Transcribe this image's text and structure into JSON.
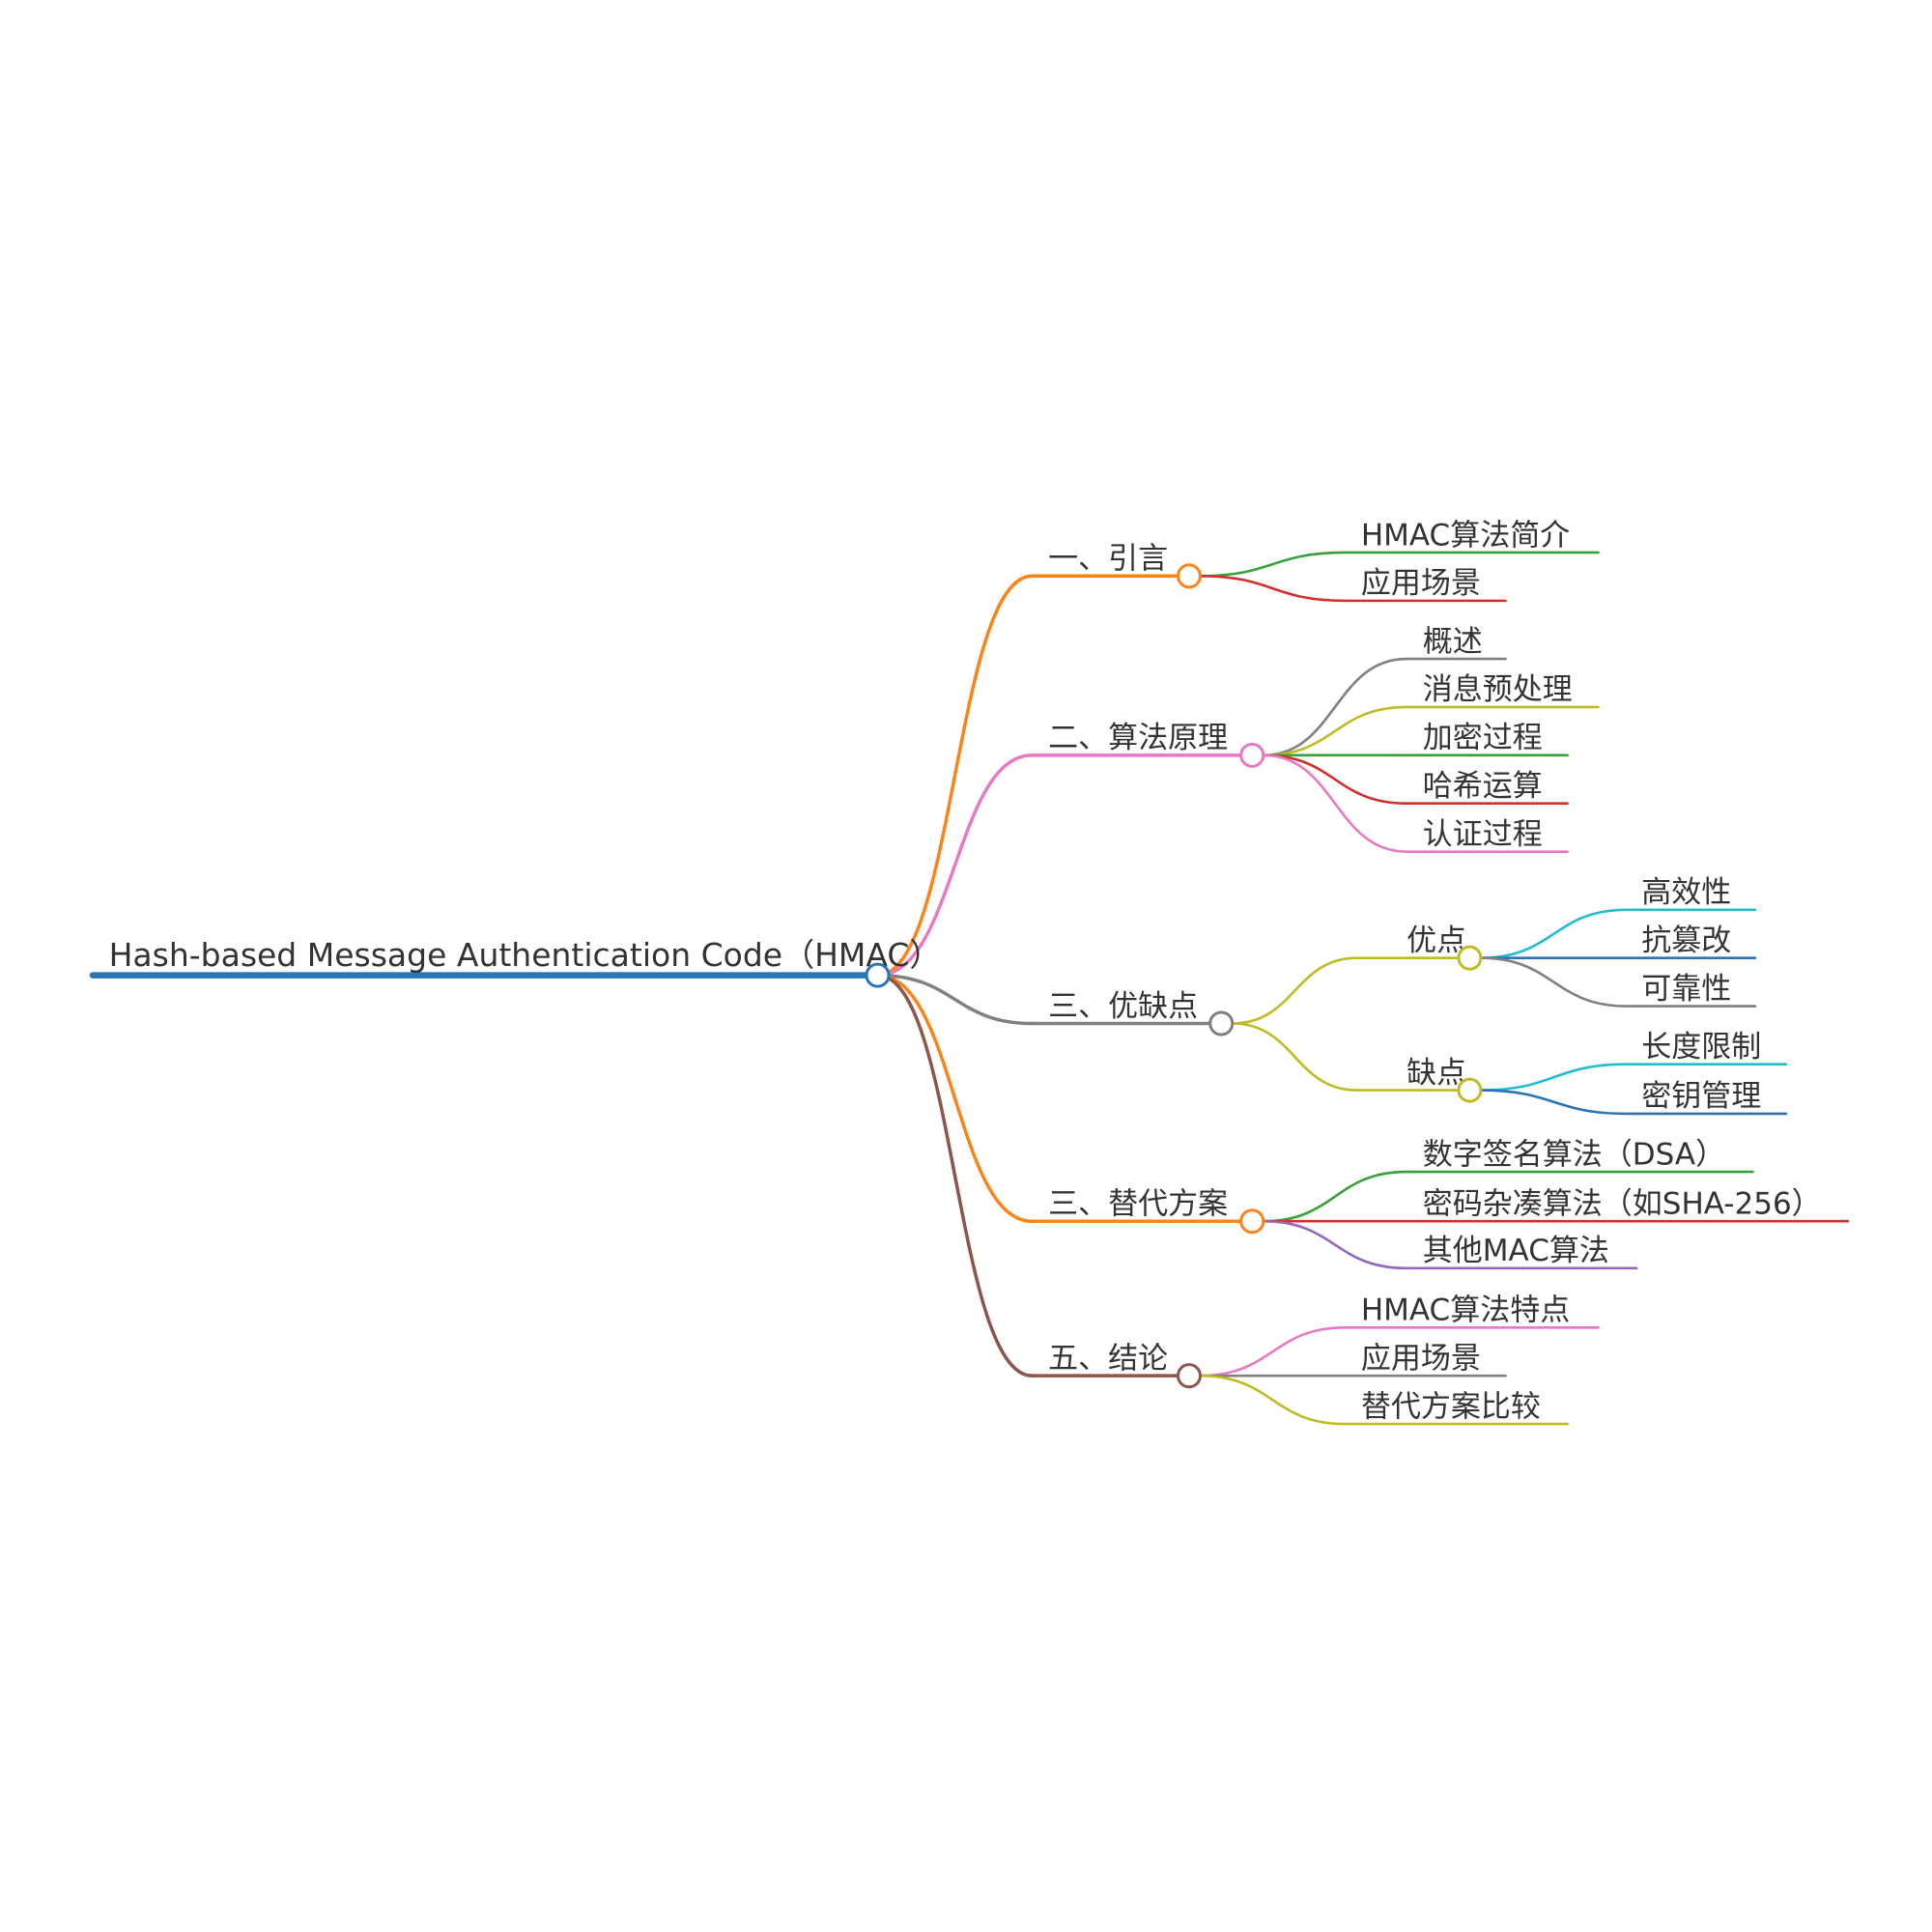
{
  "root": {
    "label": "Hash-based Message Authentication Code（HMAC）",
    "color": "#2774b6"
  },
  "branches": [
    {
      "label": "一、引言",
      "color": "#fa8419",
      "children": [
        {
          "label": "HMAC算法简介",
          "color": "#37a138"
        },
        {
          "label": "应用场景",
          "color": "#d22f2f"
        }
      ]
    },
    {
      "label": "二、算法原理",
      "color": "#e779c2",
      "children": [
        {
          "label": "概述",
          "color": "#808080"
        },
        {
          "label": "消息预处理",
          "color": "#bdbd22"
        },
        {
          "label": "加密过程",
          "color": "#37a138"
        },
        {
          "label": "哈希运算",
          "color": "#d22f2f"
        },
        {
          "label": "认证过程",
          "color": "#e779c2"
        }
      ]
    },
    {
      "label": "三、优缺点",
      "color": "#808080",
      "children": [
        {
          "label": "优点",
          "color": "#bdbd22",
          "children": [
            {
              "label": "高效性",
              "color": "#1fbdcf"
            },
            {
              "label": "抗篡改",
              "color": "#2774b6"
            },
            {
              "label": "可靠性",
              "color": "#808080"
            }
          ]
        },
        {
          "label": "缺点",
          "color": "#bdbd22",
          "children": [
            {
              "label": "长度限制",
              "color": "#1fbdcf"
            },
            {
              "label": "密钥管理",
              "color": "#2774b6"
            }
          ]
        }
      ]
    },
    {
      "label": "三、替代方案",
      "color": "#fa8419",
      "children": [
        {
          "label": "数字签名算法（DSA）",
          "color": "#37a138"
        },
        {
          "label": "密码杂凑算法（如SHA-256）",
          "color": "#d22f2f"
        },
        {
          "label": "其他MAC算法",
          "color": "#9467bd"
        }
      ]
    },
    {
      "label": "五、结论",
      "color": "#8c564b",
      "children": [
        {
          "label": "HMAC算法特点",
          "color": "#e779c2"
        },
        {
          "label": "应用场景",
          "color": "#808080"
        },
        {
          "label": "替代方案比较",
          "color": "#bdbd22"
        }
      ]
    }
  ]
}
